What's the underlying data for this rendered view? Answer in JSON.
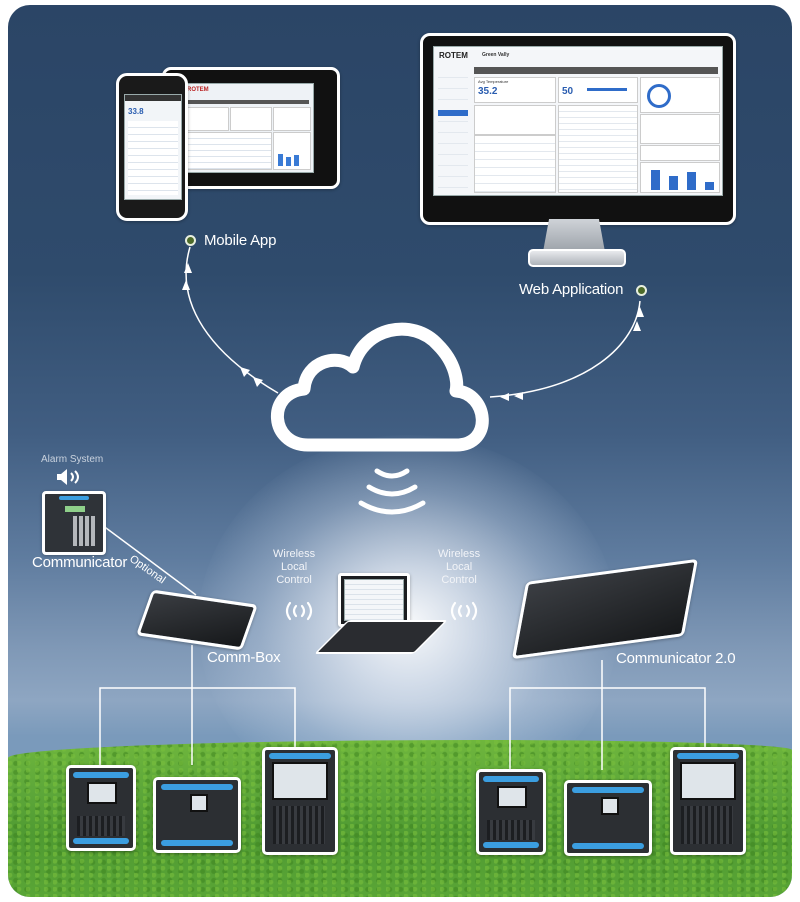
{
  "diagram": {
    "title": "Rotem remote monitoring network",
    "nodes": {
      "mobile_app": {
        "label": "Mobile App"
      },
      "web_application": {
        "label": "Web Application"
      },
      "cloud": {
        "label": ""
      },
      "communicator": {
        "label": "Communicator",
        "accessory_label": "Alarm System"
      },
      "comm_box": {
        "label": "Comm-Box"
      },
      "laptop": {
        "label": ""
      },
      "communicator_2": {
        "label": "Communicator 2.0"
      }
    },
    "edges": [
      {
        "from": "mobile_app",
        "to": "cloud",
        "style": "bidirectional-arrows"
      },
      {
        "from": "web_application",
        "to": "cloud",
        "style": "bidirectional-arrows"
      },
      {
        "from": "communicator",
        "to": "comm_box",
        "label": "Optional"
      },
      {
        "from": "laptop",
        "to": "comm_box",
        "label": "Wireless Local Control"
      },
      {
        "from": "laptop",
        "to": "communicator_2",
        "label": "Wireless Local Control"
      },
      {
        "from": "comm_box",
        "to": "controllers_left",
        "count": 3
      },
      {
        "from": "communicator_2",
        "to": "controllers_right",
        "count": 3
      }
    ],
    "wireless_left": {
      "line1": "Wireless",
      "line2": "Local",
      "line3": "Control"
    },
    "wireless_right": {
      "line1": "Wireless",
      "line2": "Local",
      "line3": "Control"
    },
    "optional_label": "Optional",
    "screen_brand": "ROTEM",
    "web_screen": {
      "farm": "Green Vally",
      "avg_temp_label": "Avg Temperature",
      "avg_temp": "35.2",
      "level": "50"
    },
    "phone_screen": {
      "avg_temp": "33.8"
    },
    "colors": {
      "background": "#2b4566",
      "node_dot": "#4d6b2a",
      "controller_accent": "#3b9ee0"
    }
  }
}
